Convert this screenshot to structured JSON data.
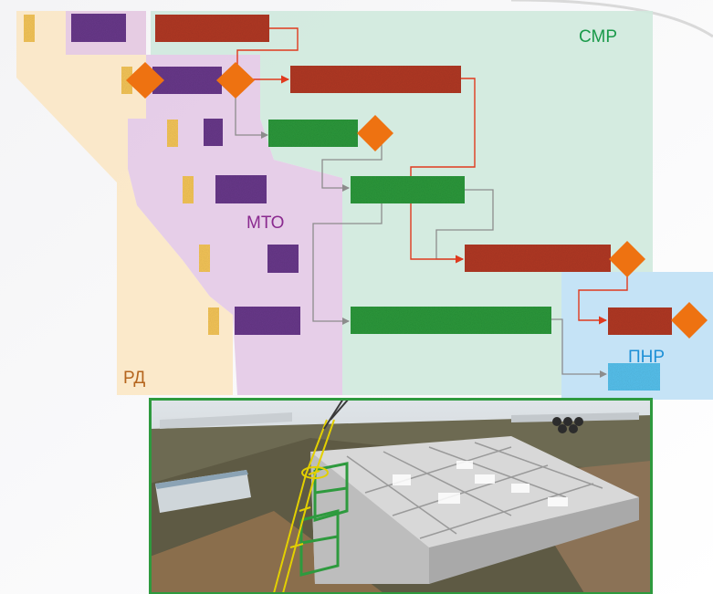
{
  "zones": {
    "rd": {
      "label": "РД",
      "color": "#fbe7c4",
      "text_color": "#b5651d"
    },
    "mto": {
      "label": "МТО",
      "color": "#e3c9e6",
      "text_color": "#8a2a8f"
    },
    "smr": {
      "label": "СМР",
      "color": "#cfe9dd",
      "text_color": "#1a9a4a"
    },
    "pnr": {
      "label": "ПНР",
      "color": "#bfe0f5",
      "text_color": "#1e90d6"
    }
  },
  "colors": {
    "rd_task": "#f7c75a",
    "mto_task": "#6b3a8c",
    "smr_task": "#2e9a3e",
    "critical_task": "#b33a28",
    "pnr_task": "#59c3ef",
    "milestone": "#ee7211",
    "link_normal": "#8c8c8c",
    "link_critical": "#e03a1e",
    "photo_border": "#2e9a3e"
  },
  "illustration": {
    "icon": "construction-site-3d-render"
  }
}
